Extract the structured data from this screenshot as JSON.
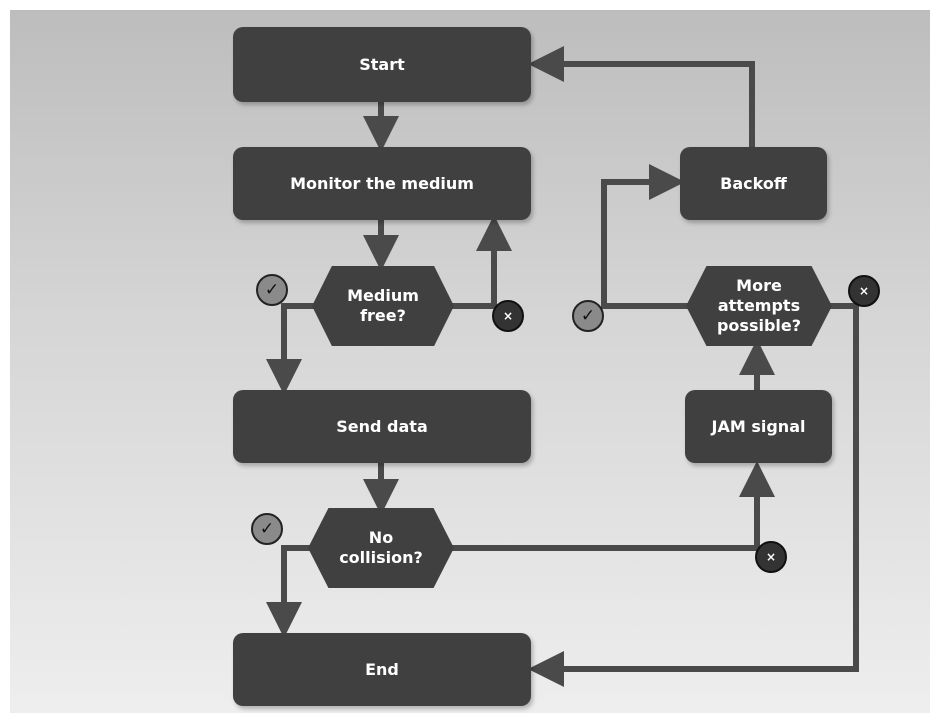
{
  "nodes": {
    "start": "Start",
    "monitor": "Monitor the medium",
    "medium_free_line1": "Medium",
    "medium_free_line2": "free?",
    "send_data": "Send data",
    "no_collision_line1": "No",
    "no_collision_line2": "collision?",
    "end": "End",
    "backoff": "Backoff",
    "more_attempts_line1": "More",
    "more_attempts_line2": "attempts",
    "more_attempts_line3": "possible?",
    "jam_signal": "JAM signal"
  },
  "markers": {
    "yes_symbol": "✓",
    "no_symbol": "×"
  },
  "colors": {
    "node_fill": "#404040",
    "connector": "#4a4a4a",
    "yes_badge": "#8a8a8a",
    "no_badge": "#333333"
  }
}
